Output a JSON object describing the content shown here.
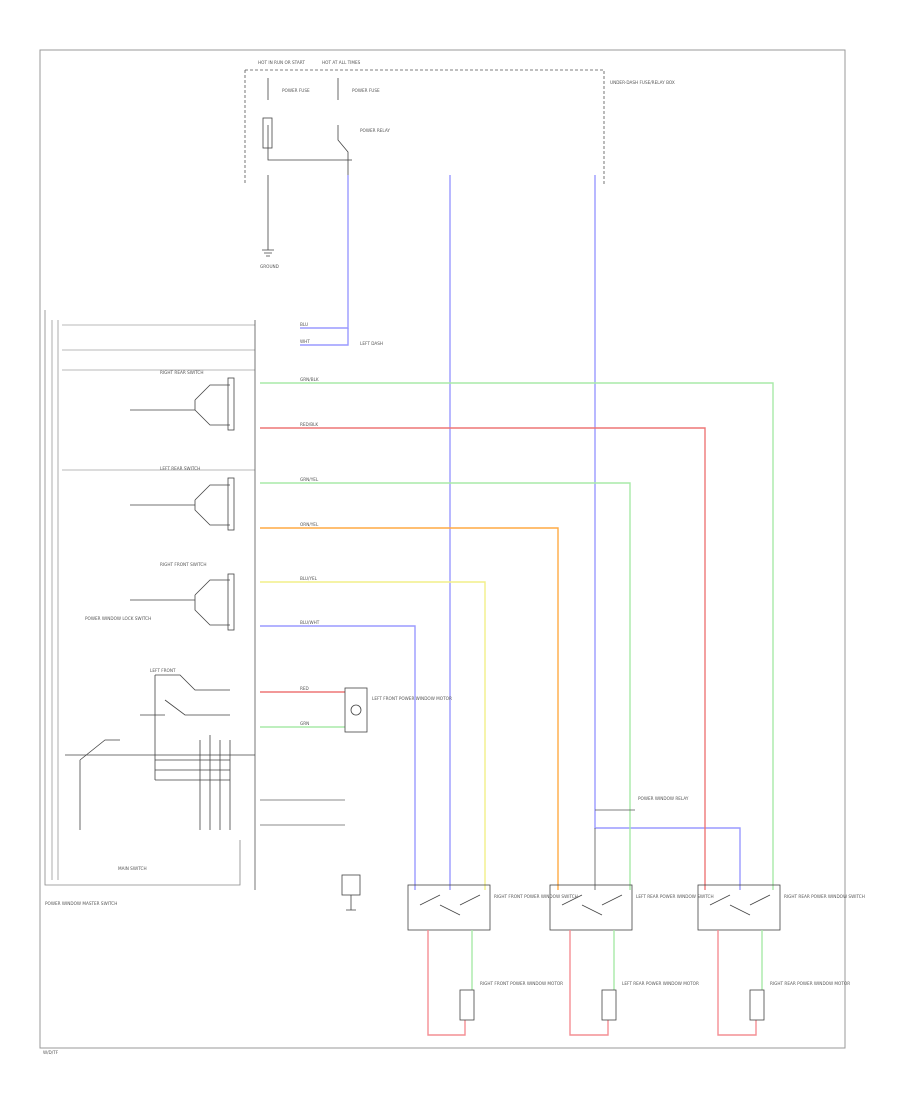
{
  "labels": {
    "hot_run_start": "HOT IN RUN OR START",
    "hot_all_times_1": "HOT AT ALL TIMES",
    "fuse_left": "POWER FUSE",
    "fuse_right": "POWER FUSE",
    "relay": "POWER RELAY",
    "under_dash_fuse": "UNDER-DASH FUSE/RELAY BOX",
    "ground_top": "GROUND",
    "junction_left_dash": "LEFT DASH",
    "rr_switch": "RIGHT REAR SWITCH",
    "lr_switch": "LEFT REAR SWITCH",
    "rf_switch": "RIGHT FRONT SWITCH",
    "lf_switch": "LEFT FRONT",
    "lock_switch": "POWER WINDOW LOCK SWITCH",
    "main_switch": "MAIN SWITCH",
    "window_master": "POWER WINDOW MASTER SWITCH",
    "lf_motor": "LEFT FRONT POWER WINDOW MOTOR",
    "wire_rrsw_up": "GRN/BLK",
    "wire_rrsw_dn": "RED/BLK",
    "wire_lrsw_up": "GRN/YEL",
    "wire_lrsw_dn": "ORN/YEL",
    "wire_rfsw_up": "BLU/YEL",
    "wire_rfsw_dn": "BLU/WHT",
    "wire_lf_up": "RED",
    "wire_lf_dn": "GRN",
    "wire_blu": "BLU",
    "wire_wht": "WHT",
    "rf_motor_switch": "RIGHT FRONT POWER WINDOW SWITCH",
    "lr_motor_switch": "LEFT REAR POWER WINDOW SWITCH",
    "rr_motor_switch": "RIGHT REAR POWER WINDOW SWITCH",
    "rf_motor": "RIGHT FRONT POWER WINDOW MOTOR",
    "lr_motor": "LEFT REAR POWER WINDOW MOTOR",
    "rr_motor": "RIGHT REAR POWER WINDOW MOTOR",
    "junction_power": "POWER WINDOW RELAY",
    "footer_code": "W/D/TF"
  },
  "wire_colors": {
    "blue": "#9a9aff",
    "green": "#a8eaa8",
    "red": "#ee7777",
    "orange": "#ffaa44",
    "yellow": "#f2ef88",
    "pink": "#f48f94",
    "black": "#444444"
  }
}
